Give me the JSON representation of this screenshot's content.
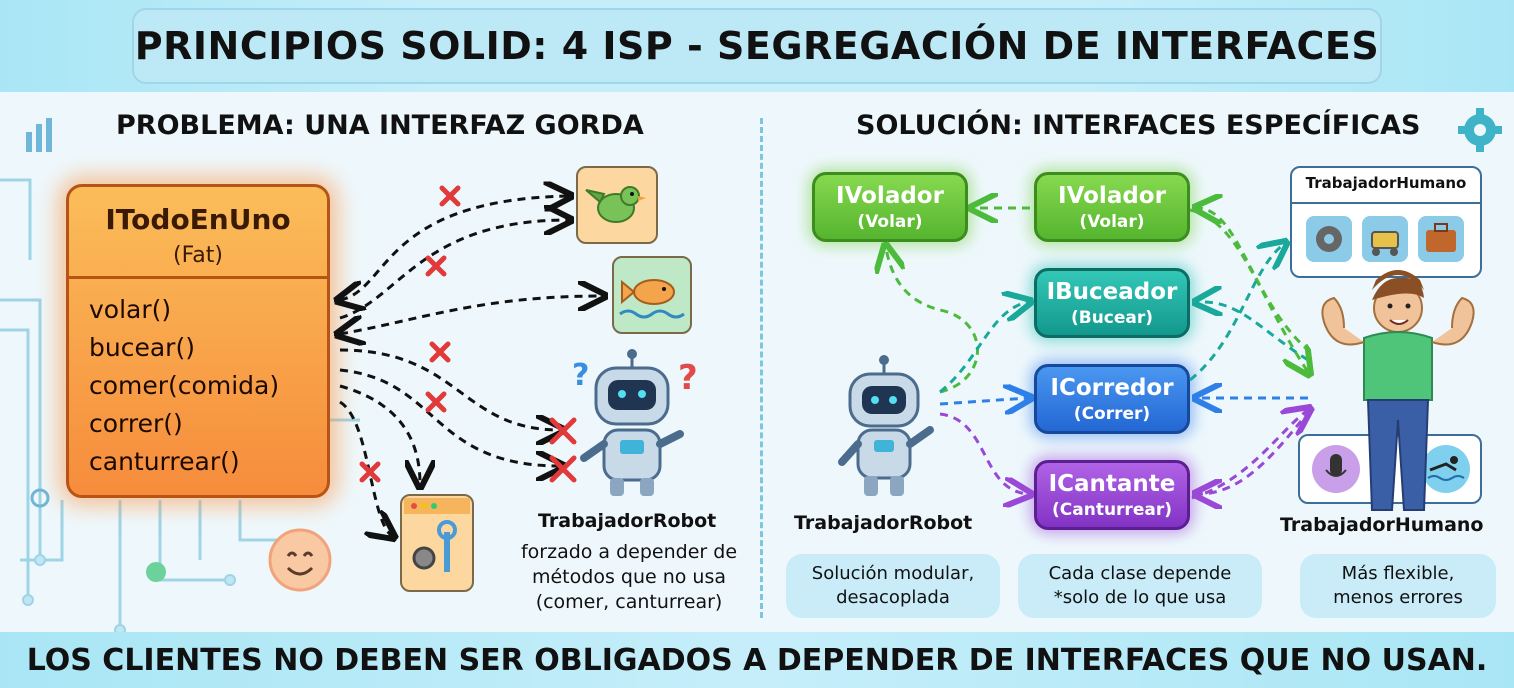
{
  "title": "PRINCIPIOS SOLID: 4 ISP - SEGREGACIÓN DE INTERFACES",
  "left": {
    "heading": "PROBLEMA: UNA INTERFAZ GORDA",
    "fat_interface": {
      "name": "ITodoEnUno",
      "subtitle": "(Fat)",
      "methods": [
        "volar()",
        "bucear()",
        "comer(comida)",
        "correr()",
        "canturrear()"
      ]
    },
    "robot_label": "TrabajadorRobot",
    "robot_note": [
      "forzado a depender de",
      "métodos que no usa",
      "(comer, canturrear)"
    ],
    "question_mark": "?"
  },
  "right": {
    "heading": "SOLUCIÓN: INTERFACES ESPECÍFICAS",
    "robot_interface": {
      "name": "IVolador",
      "method": "(Volar)"
    },
    "interfaces": [
      {
        "name": "IVolador",
        "method": "(Volar)"
      },
      {
        "name": "IBuceador",
        "method": "(Bucear)"
      },
      {
        "name": "ICorredor",
        "method": "(Correr)"
      },
      {
        "name": "ICantante",
        "method": "(Canturrear)"
      }
    ],
    "human_box_title": "TrabajadorHumano",
    "robot_label": "TrabajadorRobot",
    "human_label": "TrabajadorHumano",
    "bubbles": [
      [
        "Solución modular,",
        "desacoplada"
      ],
      [
        "Cada clase depende",
        "*solo de lo que usa"
      ],
      [
        "Más flexible,",
        "menos errores"
      ]
    ]
  },
  "footer": "LOS CLIENTES NO DEBEN SER OBLIGADOS A DEPENDER DE INTERFACES QUE NO USAN.",
  "colors": {
    "fat": "#f68c3c",
    "green": "#6ccf3c",
    "teal": "#17b3a6",
    "blue": "#2f7fe8",
    "purple": "#9a49d6"
  }
}
